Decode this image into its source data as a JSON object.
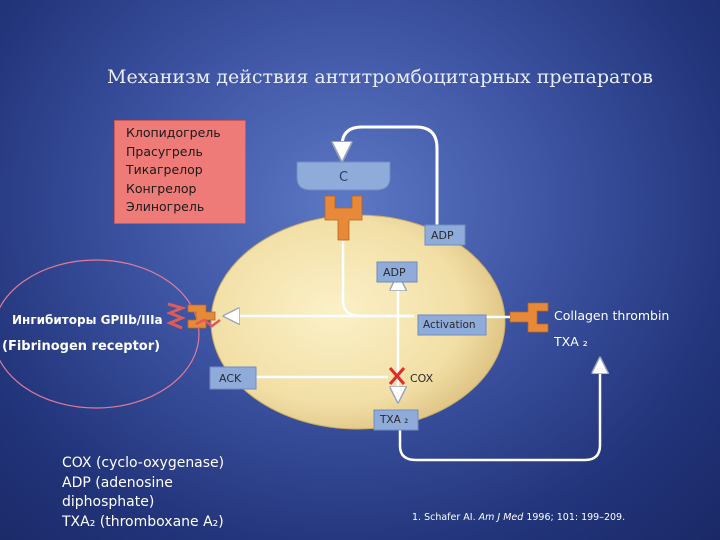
{
  "title": "Механизм действия антитромбоцитарных препаратов",
  "drug_box": {
    "items": [
      "Клопидогрель",
      "Прасугрель",
      "Тикагрелор",
      "Конгрелор",
      "Элиногрель"
    ]
  },
  "receptor_label": "C",
  "labels": {
    "adp_outside": "ADP",
    "adp_inside": "ADP",
    "activation": "Activation",
    "ack": "ACK",
    "cox": "COX",
    "txa_inside": "TXA ₂",
    "collagen": "Collagen thrombin",
    "txa_outside": "TXA ₂"
  },
  "inhibitors": {
    "line1": "Ингибиторы GPIIb/IIIa",
    "line2": "(Fibrinogen receptor)"
  },
  "legend": {
    "lines": [
      "COX (cyclo-oxygenase)",
      "ADP (adenosine",
      "diphosphate)",
      "TXA₂ (thromboxane A₂)"
    ]
  },
  "reference": {
    "text": "1. Schafer AI. ",
    "journal": "Am J Med",
    "rest": " 1996; 101: 199–209."
  },
  "colors": {
    "cell": "#f2dfa6",
    "receptor_orange": "#e68a3a",
    "receptor_blue": "#8fabd9",
    "pink": "#ee7b78",
    "inhibit_x": "#e02a2a"
  }
}
